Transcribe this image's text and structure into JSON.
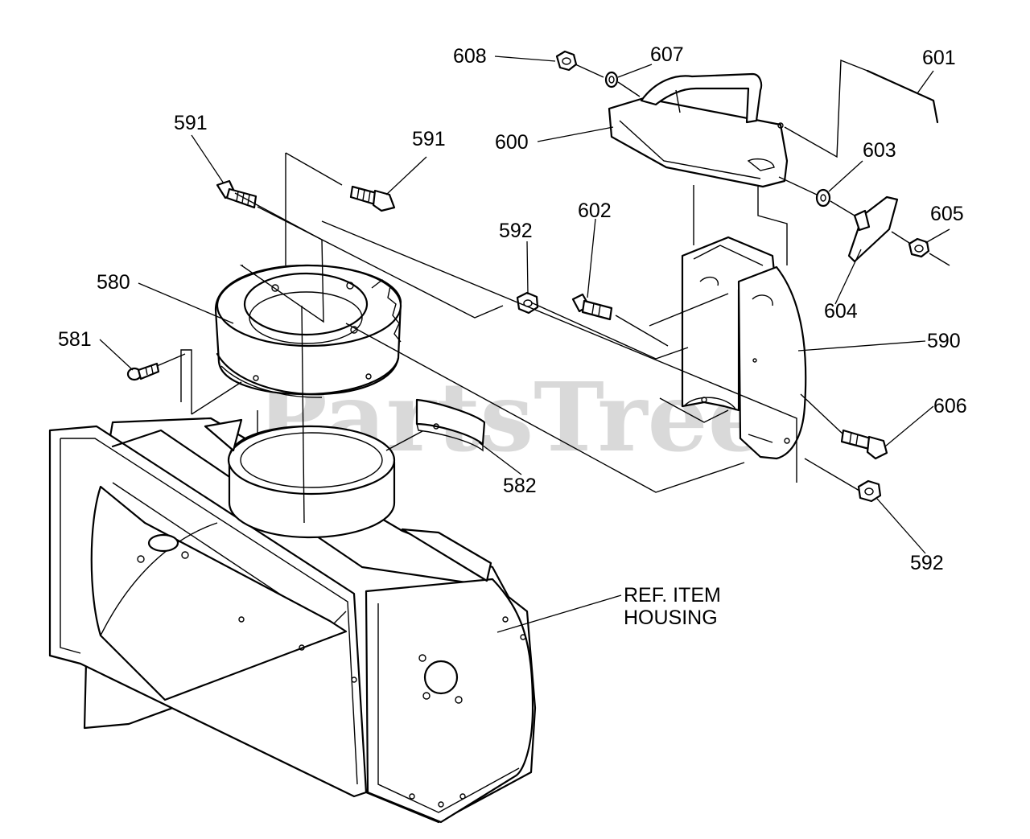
{
  "watermark": {
    "text": "PartsTree",
    "trademark": "™"
  },
  "callouts": {
    "c608": "608",
    "c607": "607",
    "c601": "601",
    "c600": "600",
    "c603": "603",
    "c605": "605",
    "c591a": "591",
    "c591b": "591",
    "c592a": "592",
    "c602": "602",
    "c604": "604",
    "c580": "580",
    "c590": "590",
    "c581": "581",
    "c606": "606",
    "c582": "582",
    "c592b": "592",
    "ref_line1": "REF. ITEM",
    "ref_line2": "HOUSING"
  }
}
